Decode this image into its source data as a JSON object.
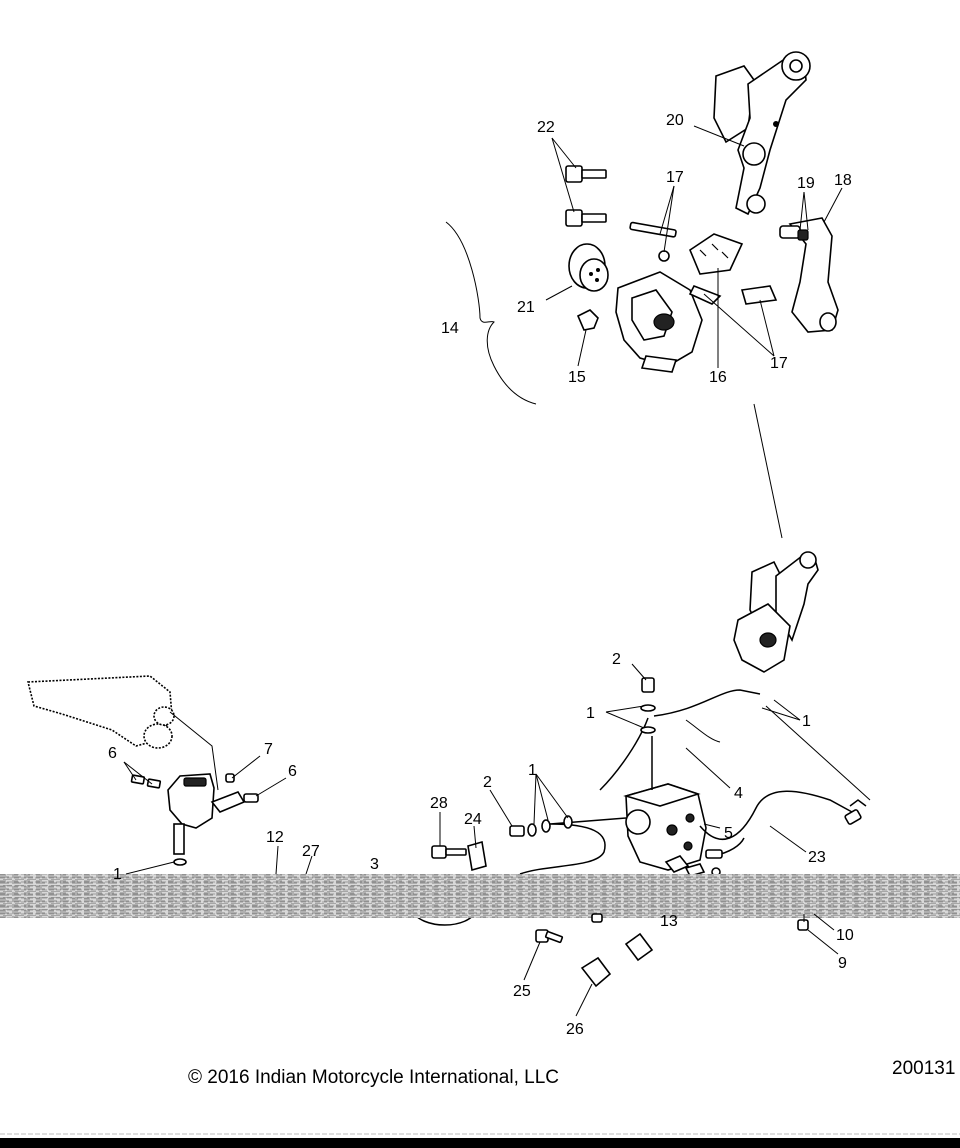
{
  "diagram": {
    "callouts": {
      "c1a": "1",
      "c1b": "1",
      "c1c": "1",
      "c1d": "1",
      "c2a": "2",
      "c2b": "2",
      "c3": "3",
      "c4": "4",
      "c5": "5",
      "c6a": "6",
      "c6b": "6",
      "c7": "7",
      "c9": "9",
      "c10": "10",
      "c12": "12",
      "c13": "13",
      "c14": "14",
      "c15": "15",
      "c16": "16",
      "c17a": "17",
      "c17b": "17",
      "c18": "18",
      "c19": "19",
      "c20": "20",
      "c21": "21",
      "c22": "22",
      "c23": "23",
      "c24": "24",
      "c25": "25",
      "c26": "26",
      "c27": "27",
      "c28": "28"
    },
    "copyright": "© 2016 Indian Motorcycle International, LLC",
    "figure_id": "200131"
  },
  "colors": {
    "ink": "#000000",
    "paper": "#ffffff",
    "smear": "#7a7a7a"
  }
}
